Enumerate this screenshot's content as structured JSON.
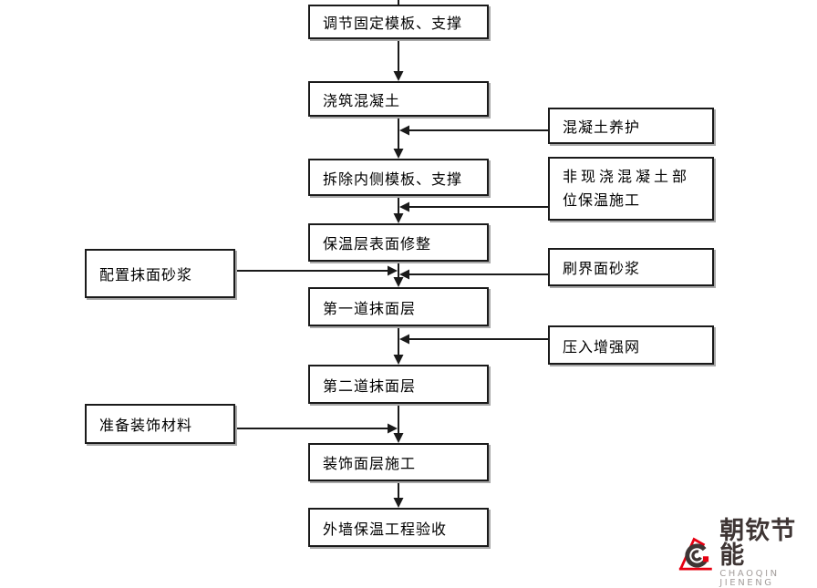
{
  "page": {
    "background": "#ffffff",
    "line_color": "#1a1a1a"
  },
  "flow": {
    "main_steps": [
      {
        "label": "调节固定模板、支撑"
      },
      {
        "label": "浇筑混凝土"
      },
      {
        "label": "拆除内侧模板、支撑"
      },
      {
        "label": "保温层表面修整"
      },
      {
        "label": "第一道抹面层"
      },
      {
        "label": "第二道抹面层"
      },
      {
        "label": "装饰面层施工"
      },
      {
        "label": "外墙保温工程验收"
      }
    ],
    "right_steps": [
      {
        "label": "混凝土养护"
      },
      {
        "line1": "非现浇混凝土部",
        "line2": "位保温施工"
      },
      {
        "label": "刷界面砂浆"
      },
      {
        "label": "压入增强网"
      }
    ],
    "left_steps": [
      {
        "label": "配置抹面砂浆"
      },
      {
        "label": "准备装饰材料"
      }
    ]
  },
  "logo": {
    "name": "朝钦节能",
    "subtitle": "CHAOQIN JIENENG",
    "accent_red": "#e60012",
    "text_color": "#3e3534",
    "subtitle_color": "#a39d9b"
  }
}
